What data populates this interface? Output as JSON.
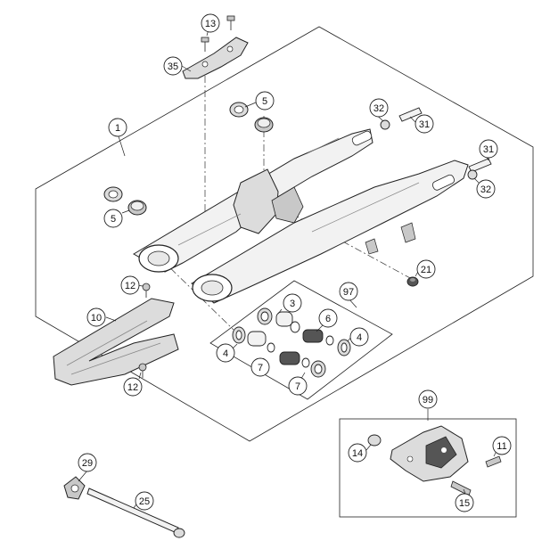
{
  "callouts": {
    "c13": "13",
    "c35": "35",
    "c5a": "5",
    "c1": "1",
    "c32a": "32",
    "c31a": "31",
    "c31b": "31",
    "c32b": "32",
    "c5b": "5",
    "c21": "21",
    "c12a": "12",
    "c3": "3",
    "c97": "97",
    "c6": "6",
    "c10": "10",
    "c4a": "4",
    "c4b": "4",
    "c7a": "7",
    "c7b": "7",
    "c12b": "12",
    "c99": "99",
    "c14": "14",
    "c11": "11",
    "c15": "15",
    "c29": "29",
    "c25": "25"
  },
  "colors": {
    "line": "#222222",
    "part_fill": "#f2f2f2",
    "part_shade": "#c8c8c8",
    "part_dark": "#555555"
  }
}
